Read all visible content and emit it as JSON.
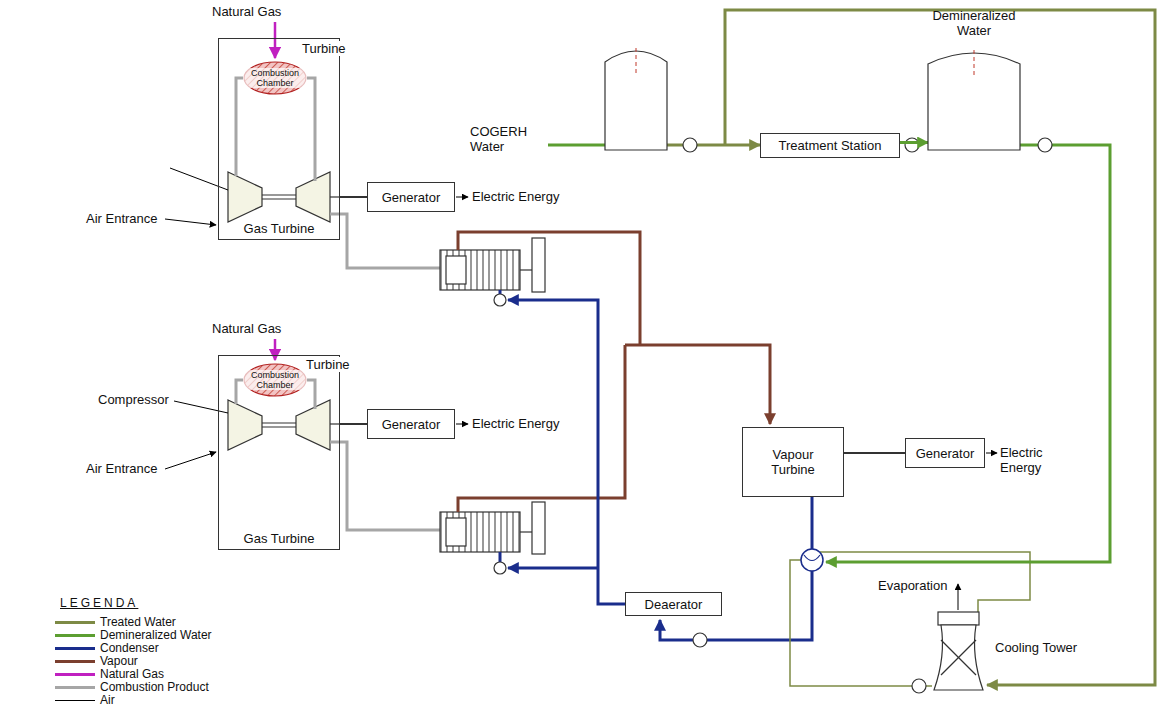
{
  "diagram": {
    "nodes": [
      {
        "text": [
          "Gas Turbine"
        ]
      },
      {
        "text": [
          "Combustion Chamber"
        ],
        "in": 0
      },
      {
        "text": [
          "Generator"
        ]
      },
      {
        "text": [
          "Gas Turbine"
        ]
      },
      {
        "text": [
          "Combustion Chamber"
        ],
        "in": 3
      },
      {
        "text": [
          "Generator"
        ]
      },
      {
        "text": [
          "Treatment Station"
        ]
      },
      {
        "text": [
          "Demineralized Water"
        ]
      },
      {
        "text": [
          "Vapour Turbine"
        ]
      },
      {
        "text": [
          "Generator"
        ]
      },
      {
        "text": [
          "Deaerator"
        ]
      }
    ],
    "edges": [
      {
        "from": 0,
        "to": 2,
        "arrow": "none"
      },
      {
        "from": 3,
        "to": 5,
        "arrow": "none"
      },
      {
        "from": 8,
        "to": 9,
        "arrow": "none"
      },
      {
        "from": 6,
        "to": 7,
        "arrow": "to"
      }
    ],
    "labels": [
      "Natural Gas",
      "Turbine",
      "Air Entrance",
      "Electric Energy",
      "Natural Gas",
      "Compressor",
      "Turbine",
      "Air Entrance",
      "Electric Energy",
      "COGERH Water",
      "Electric Energy",
      "Evaporation",
      "Cooling Tower",
      "LEGENDA"
    ],
    "legend": [
      {
        "text": "Treated Water",
        "color": "#7d8a45"
      },
      {
        "text": "Demineralized Water",
        "color": "#5c9e31"
      },
      {
        "text": "Condenser",
        "color": "#1a2d8c"
      },
      {
        "text": "Vapour",
        "color": "#7b3f2e"
      },
      {
        "text": "Natural Gas",
        "color": "#c020c0"
      },
      {
        "text": "Combustion Product",
        "color": "#a6a6a6"
      },
      {
        "text": "Air",
        "color": "#000000"
      }
    ]
  }
}
